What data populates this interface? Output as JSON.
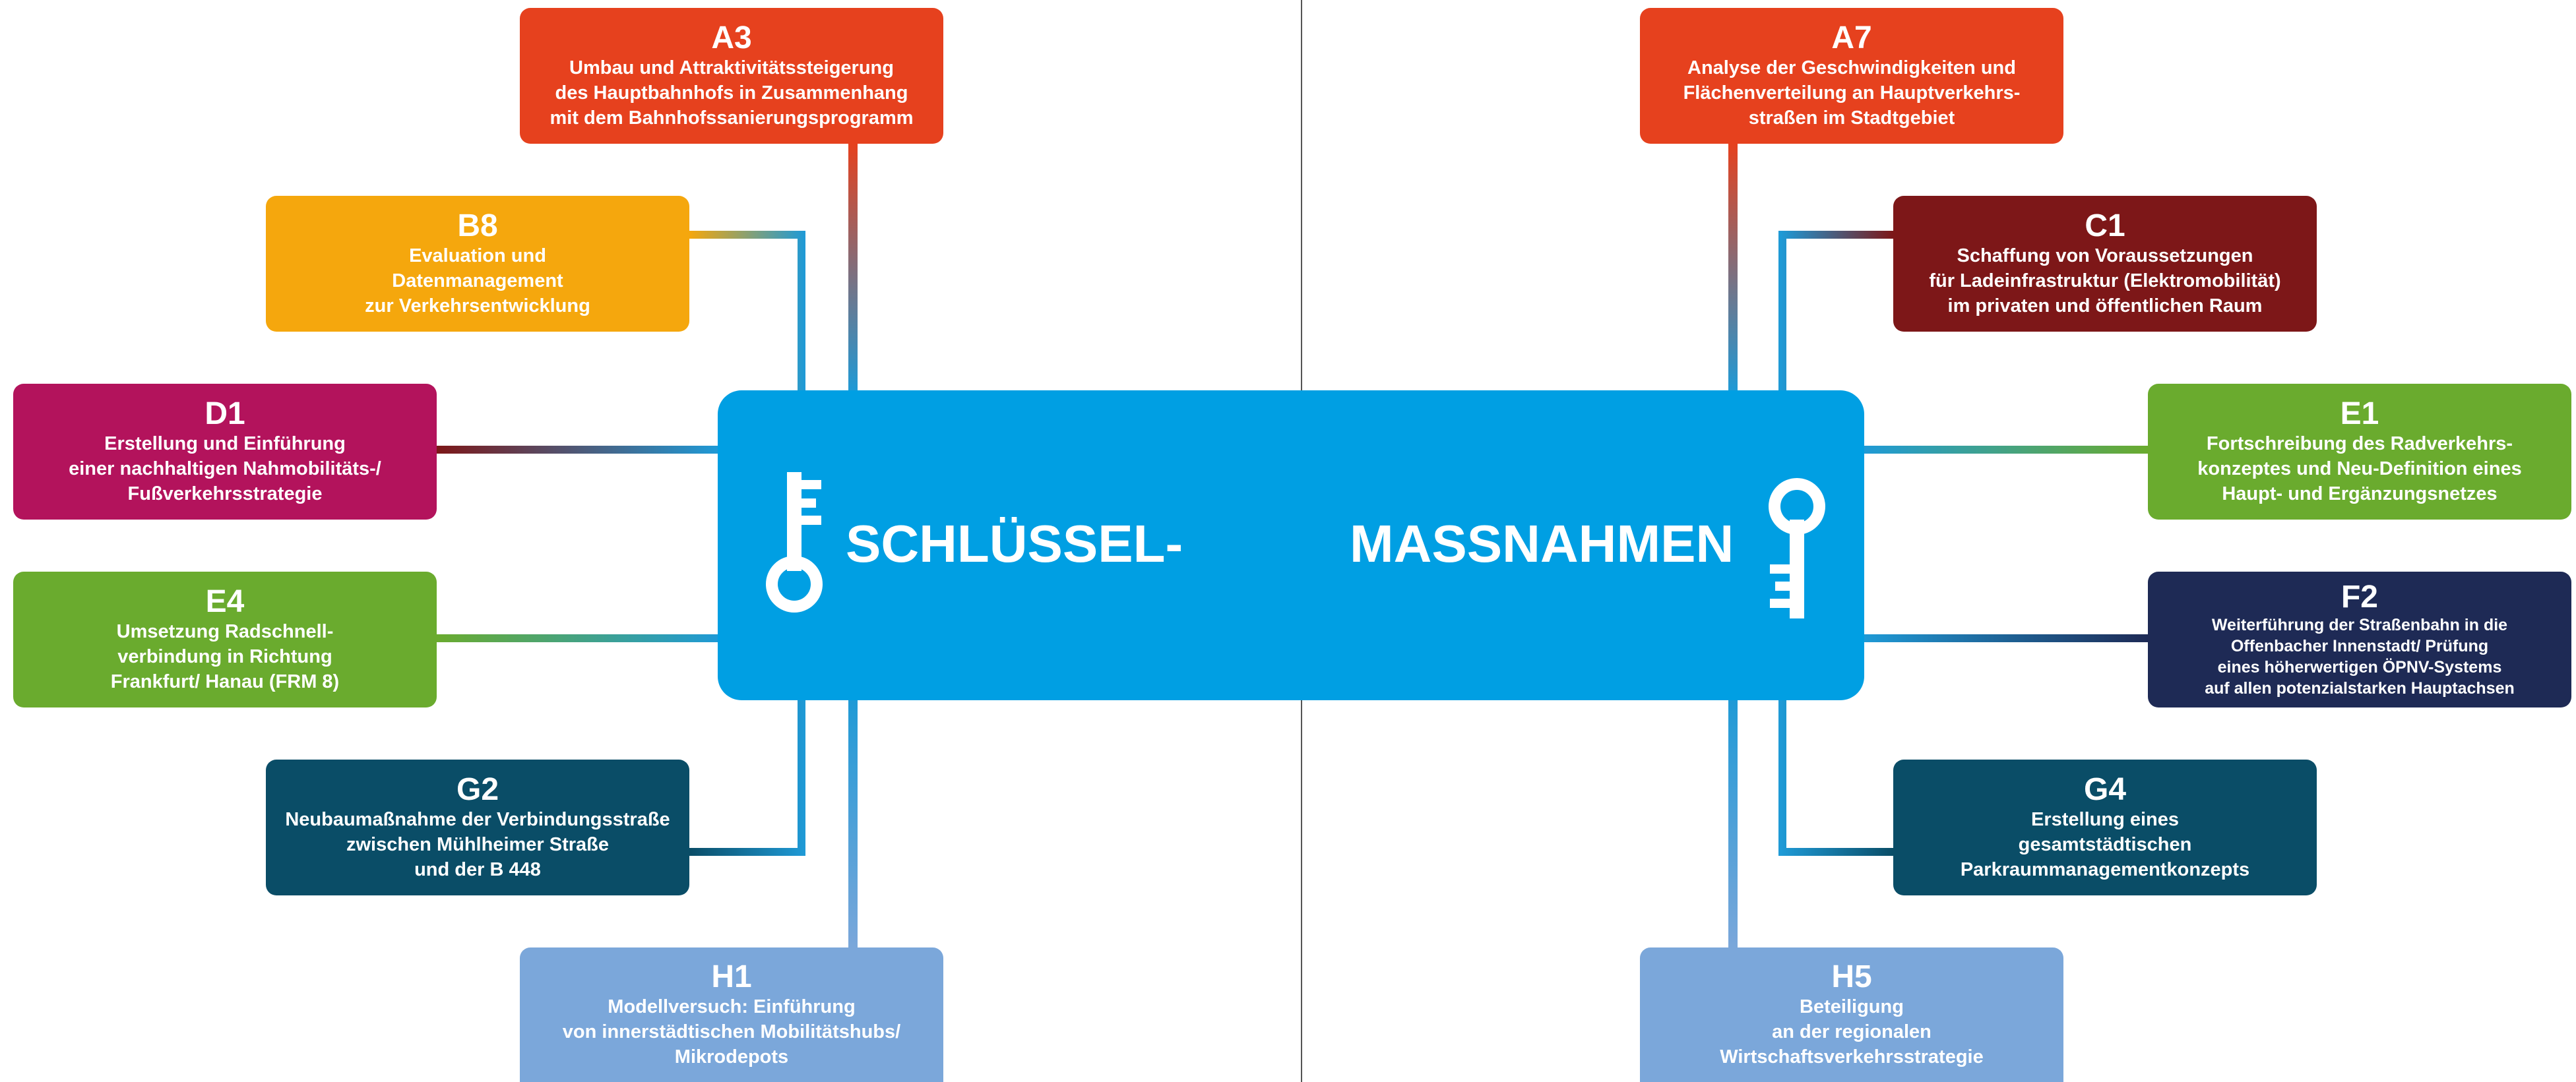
{
  "center": {
    "left_word": "SCHLÜSSEL-",
    "right_word": "MASSNAHMEN",
    "color": "#009fe3"
  },
  "colors": {
    "divider": "#555555",
    "connector": "#1f9ad6"
  },
  "boxes": [
    {
      "id": "a3",
      "code": "A3",
      "lines": [
        "Umbau und Attraktivitätssteigerung",
        "des Hauptbahnhofs in Zusammenhang",
        "mit dem Bahnhofssanierungsprogramm"
      ],
      "color": "#e6411e"
    },
    {
      "id": "b8",
      "code": "B8",
      "lines": [
        "Evaluation und",
        "Datenmanagement",
        "zur Verkehrsentwicklung"
      ],
      "color": "#f5a70d"
    },
    {
      "id": "d1",
      "code": "D1",
      "lines": [
        "Erstellung und Einführung",
        "einer nachhaltigen Nahmobilitäts-/",
        "Fußverkehrsstrategie"
      ],
      "color": "#b3135c"
    },
    {
      "id": "e4",
      "code": "E4",
      "lines": [
        "Umsetzung Radschnell-",
        "verbindung in Richtung",
        "Frankfurt/ Hanau (FRM 8)"
      ],
      "color": "#6aab2e"
    },
    {
      "id": "g2",
      "code": "G2",
      "lines": [
        "Neubaumaßnahme der Verbindungsstraße",
        "zwischen Mühlheimer Straße",
        "und der B 448"
      ],
      "color": "#0a4d67"
    },
    {
      "id": "h1",
      "code": "H1",
      "lines": [
        "Modellversuch: Einführung",
        "von innerstädtischen Mobilitätshubs/",
        "Mikrodepots"
      ],
      "color": "#7ba7da"
    },
    {
      "id": "a7",
      "code": "A7",
      "lines": [
        "Analyse der Geschwindigkeiten und",
        "Flächenverteilung an Hauptverkehrs-",
        "straßen im Stadtgebiet"
      ],
      "color": "#e6411e"
    },
    {
      "id": "c1",
      "code": "C1",
      "lines": [
        "Schaffung von Voraussetzungen",
        "für Ladeinfrastruktur (Elektromobilität)",
        "im privaten und öffentlichen Raum"
      ],
      "color": "#7d1718"
    },
    {
      "id": "e1",
      "code": "E1",
      "lines": [
        "Fortschreibung des Radverkehrs-",
        "konzeptes und Neu-Definition eines",
        "Haupt- und Ergänzungsnetzes"
      ],
      "color": "#6aab2e"
    },
    {
      "id": "f2",
      "code": "F2",
      "lines": [
        "Weiterführung der Straßenbahn in die",
        "Offenbacher Innenstadt/ Prüfung",
        "eines höherwertigen ÖPNV-Systems",
        "auf allen potenzialstarken Hauptachsen"
      ],
      "color": "#1e2a55"
    },
    {
      "id": "g4",
      "code": "G4",
      "lines": [
        "Erstellung eines",
        "gesamtstädtischen",
        "Parkraummanagementkonzepts"
      ],
      "color": "#0a4d67"
    },
    {
      "id": "h5",
      "code": "H5",
      "lines": [
        "Beteiligung",
        "an der regionalen",
        "Wirtschaftsverkehrsstrategie"
      ],
      "color": "#7ba7da"
    }
  ]
}
